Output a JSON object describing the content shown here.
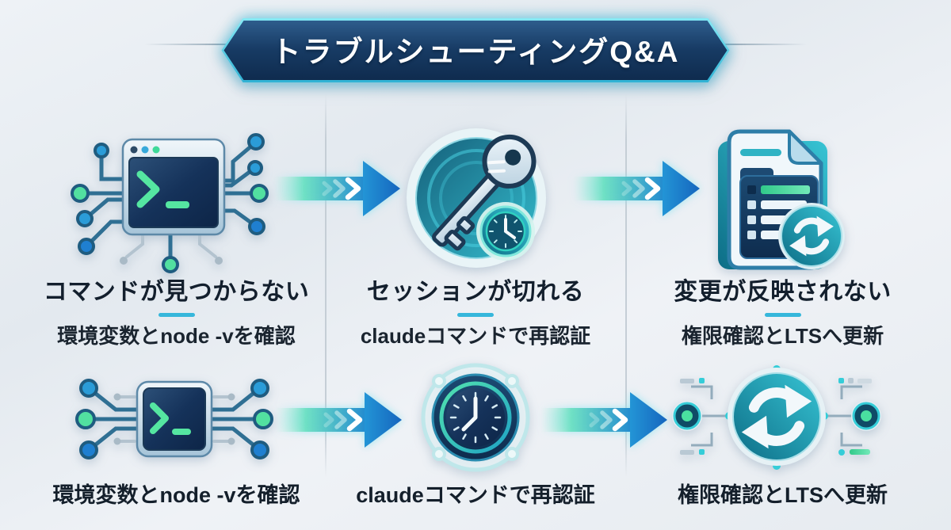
{
  "title": "トラブルシューティングQ&A",
  "columns": [
    {
      "icon": "terminal-circuit-icon",
      "question": "コマンドが見つからない",
      "answer": "環境変数とnode -vを確認",
      "bottom_label": "環境変数とnode -vを確認"
    },
    {
      "icon": "key-session-clock-icon",
      "question": "セッションが切れる",
      "answer": "claudeコマンドで再認証",
      "bottom_label": "claudeコマンドで再認証"
    },
    {
      "icon": "document-sync-icon",
      "question": "変更が反映されない",
      "answer": "権限確認とLTSへ更新",
      "bottom_label": "権限確認とLTSへ更新"
    }
  ],
  "colors": {
    "background": "#e7edf2",
    "banner_navy": "#173b64",
    "banner_glow_cyan": "#5fd8ea",
    "accent_underline": "#36b7db",
    "arrow_teal": "#6ce0c2",
    "arrow_blue": "#1f86d0",
    "icon_green": "#52e0a0",
    "icon_blue": "#2b9cd8",
    "icon_teal": "#2aa9bd",
    "text_dark": "#141f2b"
  }
}
